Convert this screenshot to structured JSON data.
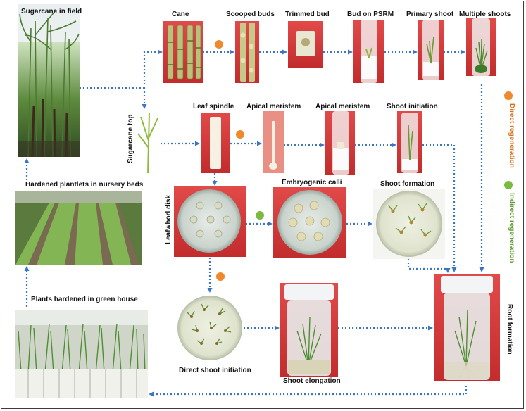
{
  "labels": {
    "sugarcane_field": "Sugarcane in field",
    "cane": "Cane",
    "scooped_buds": "Scooped buds",
    "trimmed_bud": "Trimmed bud",
    "bud_on_psrm": "Bud on PSRM",
    "primary_shoot": "Primary shoot",
    "multiple_shoots": "Multiple shoots",
    "sugarcane_top": "Sugarcane top",
    "leaf_spindle": "Leaf spindle",
    "apical_meristem_1": "Apical meristem",
    "apical_meristem_2": "Apical meristem",
    "shoot_initiation": "Shoot initiation",
    "hardened_nursery": "Hardened plantlets in nursery beds",
    "leafwhorl_disk": "Leafwhorl disk",
    "embryogenic_calli": "Embryogenic calli",
    "shoot_formation": "Shoot formation",
    "plants_greenhouse": "Plants hardened in green house",
    "direct_shoot_initiation": "Direct shoot initiation",
    "shoot_elongation": "Shoot elongation",
    "root_formation": "Root formation"
  },
  "legend": {
    "direct": "Direct regeneration",
    "indirect": "Indirect regeneration",
    "direct_color": "#f0882e",
    "indirect_color": "#7cb940"
  },
  "colors": {
    "arrow": "#3a76c4",
    "photo_red": "#d63a3a"
  }
}
